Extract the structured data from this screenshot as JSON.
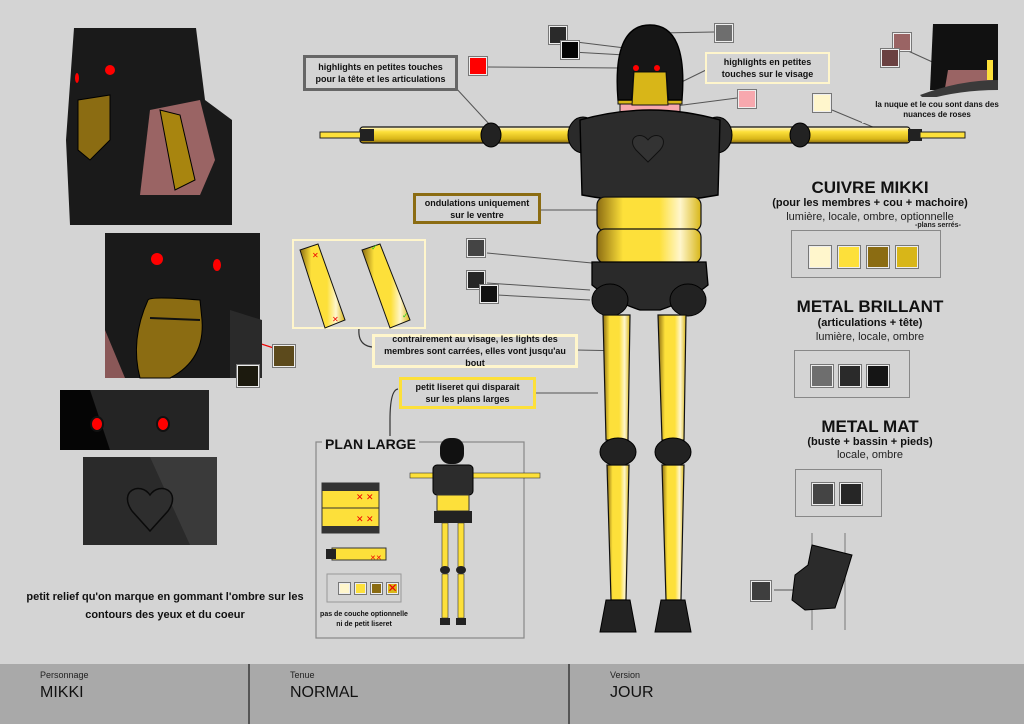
{
  "callouts": {
    "head_highlights": "highlights en petites touches pour la tête et les articulations",
    "face_highlights": "highlights en petites touches sur le visage",
    "neck_pink": "la nuque et le cou sont dans des nuances de roses",
    "belly_waves": "ondulations uniquement sur le ventre",
    "limb_lights": "contrairement au visage, les lights des membres sont carrées, elles vont jusqu'au bout",
    "thin_stripe": "petit liseret qui disparait sur les plans larges",
    "relief_note": "petit relief qu'on marque en gommant l'ombre sur les contours des yeux et du coeur"
  },
  "palettes": [
    {
      "title": "CUIVRE MIKKI",
      "subtitle": "(pour les membres + cou + machoire)",
      "labels": "lumière, locale, ombre, optionnelle",
      "extra": "-plans serrés-",
      "colors": [
        "#fff6cc",
        "#fde03a",
        "#8b6c12",
        "#d8b618"
      ]
    },
    {
      "title": "METAL BRILLANT",
      "subtitle": "(articulations + tête)",
      "labels": "lumière, locale, ombre",
      "colors": [
        "#6e6e6e",
        "#2a2a2a",
        "#151515"
      ]
    },
    {
      "title": "METAL MAT",
      "subtitle": "(buste + bassin + pieds)",
      "labels": "locale, ombre",
      "colors": [
        "#444444",
        "#262626"
      ]
    }
  ],
  "plan_large": {
    "title": "PLAN LARGE",
    "note": "pas de couche optionnelle ni de petit liseret",
    "colors": [
      "#fff6cc",
      "#fde03a",
      "#8b6c12",
      "#d8b618"
    ]
  },
  "swatches": {
    "head_red": "#ff0000",
    "face_pink": "#f7a8ae",
    "light_cream": "#fff6cc",
    "neck_light": "#9a6464",
    "neck_dark": "#6a4040",
    "jaw_mid": "#5c4a1c",
    "jaw_dark": "#1c1a0e"
  },
  "footer": {
    "character_label": "Personnage",
    "character_value": "MIKKI",
    "outfit_label": "Tenue",
    "outfit_value": "NORMAL",
    "version_label": "Version",
    "version_value": "JOUR"
  }
}
